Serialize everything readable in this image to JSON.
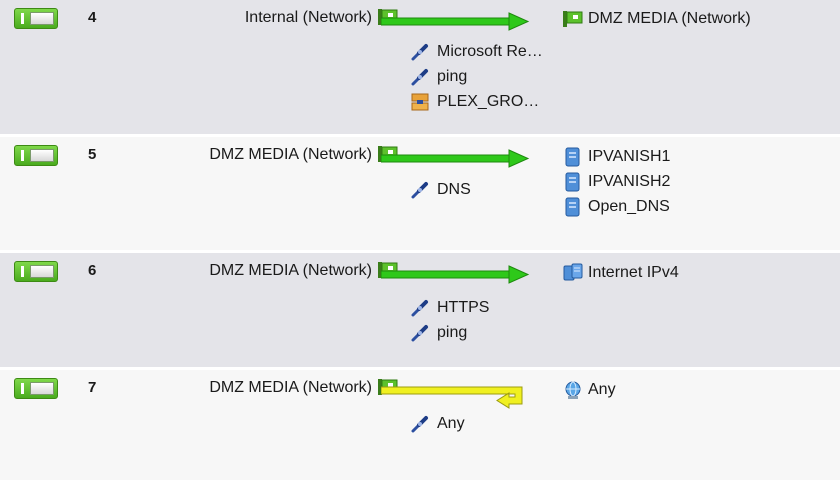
{
  "rules": [
    {
      "number": "4",
      "source": "Internal (Network)",
      "action": "allow",
      "services": [
        {
          "label": "Microsoft Re…",
          "icon": "service-plug-icon"
        },
        {
          "label": "ping",
          "icon": "service-plug-icon"
        },
        {
          "label": "PLEX_GRO…",
          "icon": "service-group-icon"
        }
      ],
      "destinations": [
        {
          "label": "DMZ MEDIA (Network)",
          "icon": "network-flag-icon"
        }
      ]
    },
    {
      "number": "5",
      "source": "DMZ MEDIA (Network)",
      "action": "allow",
      "services": [
        {
          "label": "DNS",
          "icon": "service-plug-icon"
        }
      ],
      "destinations": [
        {
          "label": "IPVANISH1",
          "icon": "host-server-icon"
        },
        {
          "label": "IPVANISH2",
          "icon": "host-server-icon"
        },
        {
          "label": "Open_DNS",
          "icon": "host-server-icon"
        }
      ]
    },
    {
      "number": "6",
      "source": "DMZ MEDIA (Network)",
      "action": "allow",
      "services": [
        {
          "label": "HTTPS",
          "icon": "service-plug-icon"
        },
        {
          "label": "ping",
          "icon": "service-plug-icon"
        }
      ],
      "destinations": [
        {
          "label": "Internet IPv4",
          "icon": "internet-network-icon"
        }
      ]
    },
    {
      "number": "7",
      "source": "DMZ MEDIA (Network)",
      "action": "return",
      "services": [
        {
          "label": "Any",
          "icon": "service-plug-icon"
        }
      ],
      "destinations": [
        {
          "label": "Any",
          "icon": "any-globe-icon"
        }
      ]
    }
  ],
  "colors": {
    "toggle_on": "#4aab1e",
    "allow_arrow": "#2ec81a",
    "return_arrow": "#f0f020",
    "row_shade": "#e4e4e9",
    "row_plain": "#f7f7f7"
  }
}
